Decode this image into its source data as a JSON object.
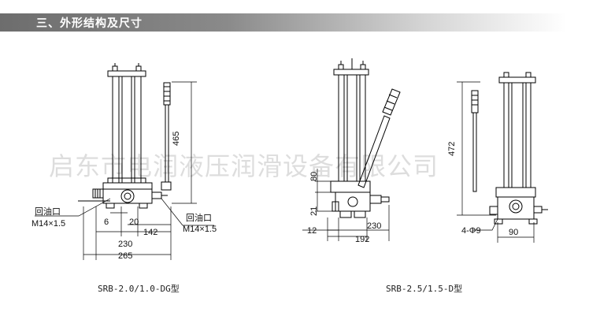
{
  "section": {
    "title": "三、外形结构及尺寸"
  },
  "watermark": "启东市电润液压润滑设备有限公司",
  "left_figure": {
    "caption": "SRB-2.0/1.0-DG型",
    "dims": {
      "h465": "465",
      "d6": "6",
      "d20": "20",
      "d142": "142",
      "d230": "230",
      "d265": "265"
    },
    "port_left": {
      "name": "回油口",
      "thread": "M14×1.5"
    },
    "port_right": {
      "name": "回油口",
      "thread": "M14×1.5"
    }
  },
  "right_figure": {
    "caption": "SRB-2.5/1.5-D型",
    "dims": {
      "d80": "80",
      "d21": "21",
      "d12": "12",
      "d230": "230",
      "d192": "192",
      "h472": "472",
      "d90": "90",
      "holes": "4-Φ9"
    }
  }
}
